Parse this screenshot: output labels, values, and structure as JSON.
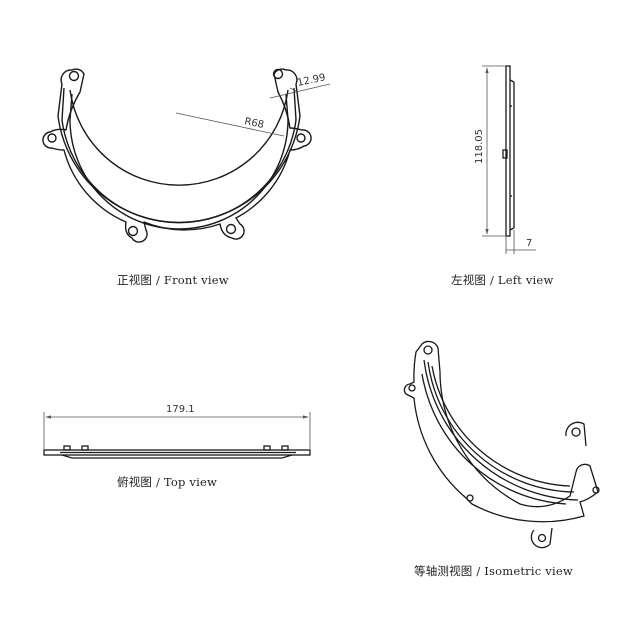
{
  "views": {
    "front": {
      "caption": "正视图 / Front view",
      "dim_radius": "R68",
      "dim_width": "12.99"
    },
    "left": {
      "caption": "左视图 / Left view",
      "dim_height": "118.05",
      "dim_thickness": "7"
    },
    "top": {
      "caption": "俯视图 / Top view",
      "dim_length": "179.1"
    },
    "iso": {
      "caption": "等轴测视图 / Isometric view"
    }
  },
  "colors": {
    "line": "#1a1a1a",
    "dimension": "#555555",
    "background": "#ffffff"
  }
}
